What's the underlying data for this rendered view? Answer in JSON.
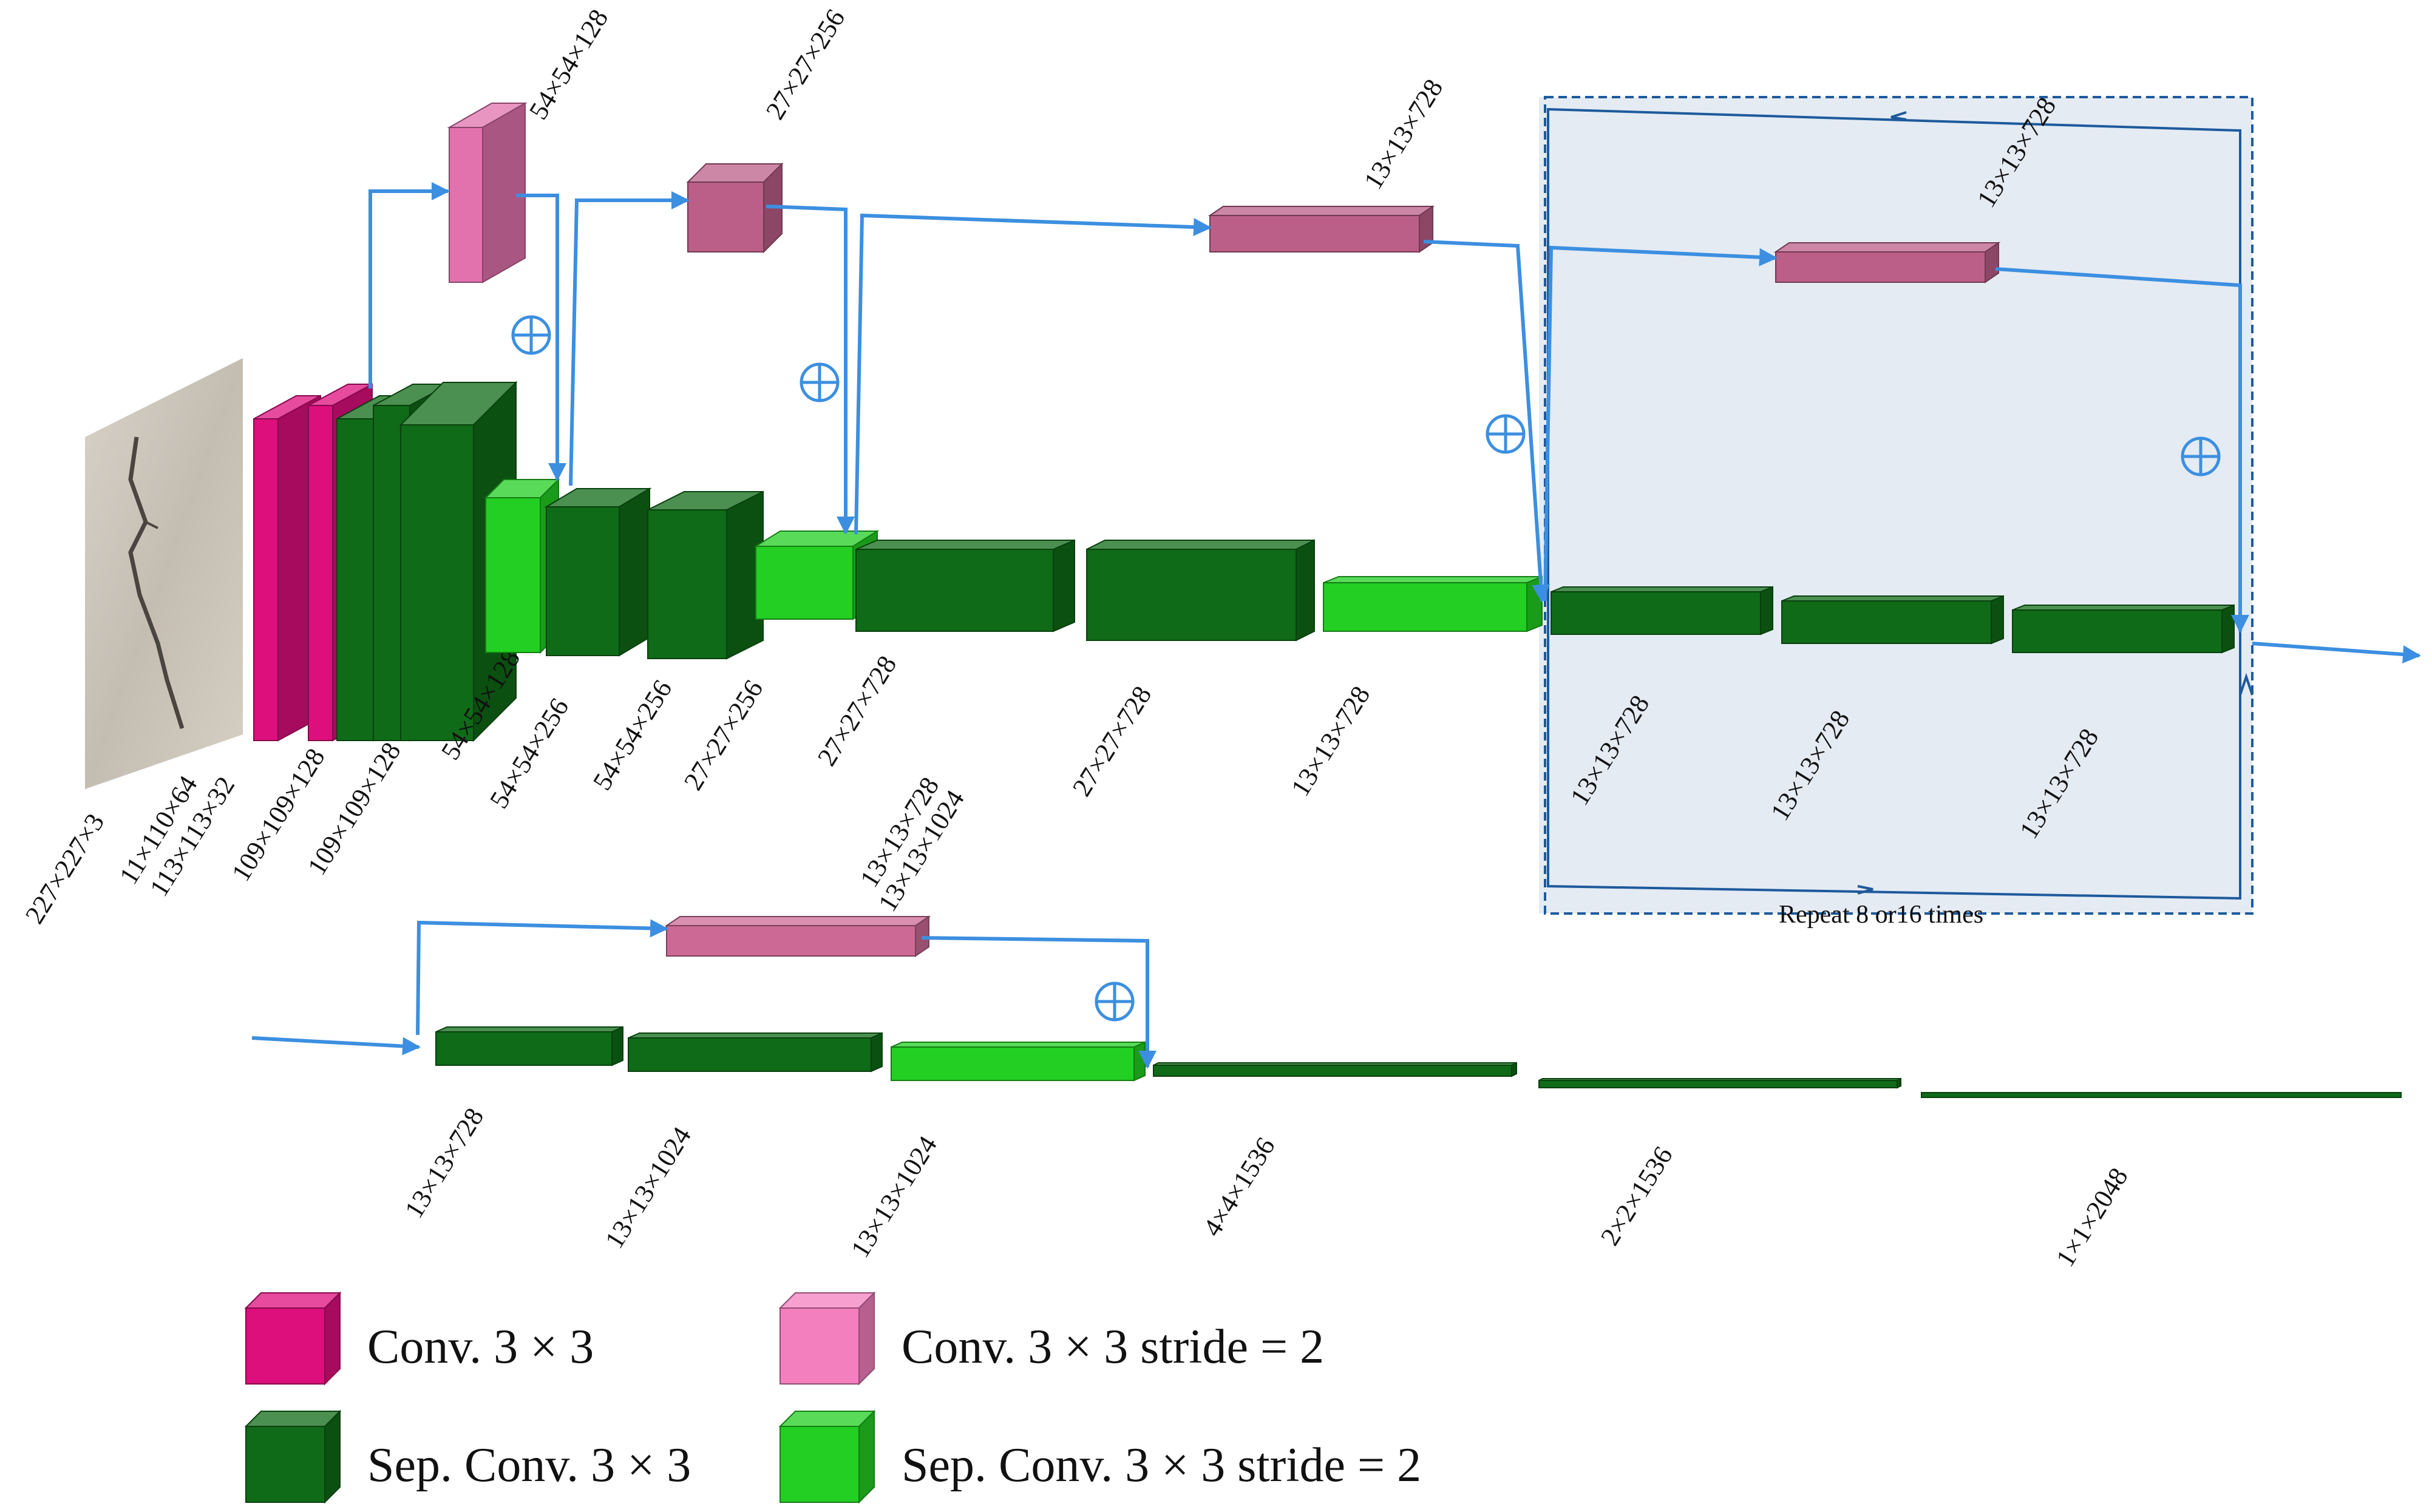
{
  "colors": {
    "conv": "#dd0f7d",
    "conv_stride2": "#f47fbf",
    "sep_conv": "#0f6b17",
    "sep_conv_stride2": "#22cf22",
    "conv_stride2_small": "#bb5f88",
    "connection": "#3c8fe0",
    "repeat_box_fill": "#e4ebf3",
    "repeat_box_border": "#1e5a9c"
  },
  "input_image": {
    "label": "227×227×3"
  },
  "blocks": [
    {
      "type": "conv",
      "label": "113×113×32"
    },
    {
      "type": "conv",
      "label": "11×110×64"
    },
    {
      "type": "sep_conv",
      "label": "109×109×128"
    },
    {
      "type": "sep_conv",
      "label": "109×109×128"
    },
    {
      "type": "sep_conv",
      "label": "54×54×128"
    },
    {
      "type": "sep_conv_stride2",
      "label": "54×54×256"
    },
    {
      "type": "sep_conv",
      "label": "54×54×256"
    },
    {
      "type": "sep_conv",
      "label": "27×27×256"
    },
    {
      "type": "sep_conv_stride2",
      "label": "27×27×728"
    },
    {
      "type": "sep_conv",
      "label": "13×13×1024"
    },
    {
      "type": "sep_conv",
      "label": "27×27×728"
    },
    {
      "type": "sep_conv_stride2",
      "label": "13×13×728"
    }
  ],
  "skip_blocks": [
    {
      "type": "conv_stride2",
      "label": "54×54×128"
    },
    {
      "type": "conv_stride2",
      "label": "27×27×256"
    },
    {
      "type": "conv_stride2",
      "label": "13×13×728"
    },
    {
      "type": "conv_stride2",
      "label": "13×13×728"
    },
    {
      "type": "conv_stride2",
      "label": "13×13×728"
    }
  ],
  "middle_flow": {
    "caption": "Repeat 8 or16 times",
    "blocks": [
      {
        "type": "sep_conv",
        "label": "13×13×728"
      },
      {
        "type": "sep_conv",
        "label": "13×13×728"
      },
      {
        "type": "sep_conv",
        "label": "13×13×728"
      }
    ]
  },
  "exit_flow": [
    {
      "type": "sep_conv",
      "label": "13×13×728"
    },
    {
      "type": "sep_conv",
      "label": "13×13×1024"
    },
    {
      "type": "sep_conv_stride2",
      "label": "13×13×1024"
    },
    {
      "type": "sep_conv",
      "label": "4×4×1536"
    },
    {
      "type": "sep_conv",
      "label": "2×2×1536"
    },
    {
      "type": "sep_conv",
      "label": "1×1×2048"
    }
  ],
  "legend": [
    {
      "type": "conv",
      "label": "Conv. 3 × 3"
    },
    {
      "type": "conv_stride2",
      "label": "Conv. 3 × 3 stride = 2"
    },
    {
      "type": "sep_conv",
      "label": "Sep. Conv. 3 × 3"
    },
    {
      "type": "sep_conv_stride2",
      "label": "Sep. Conv. 3 × 3 stride = 2"
    }
  ],
  "add_symbol": "⊕"
}
